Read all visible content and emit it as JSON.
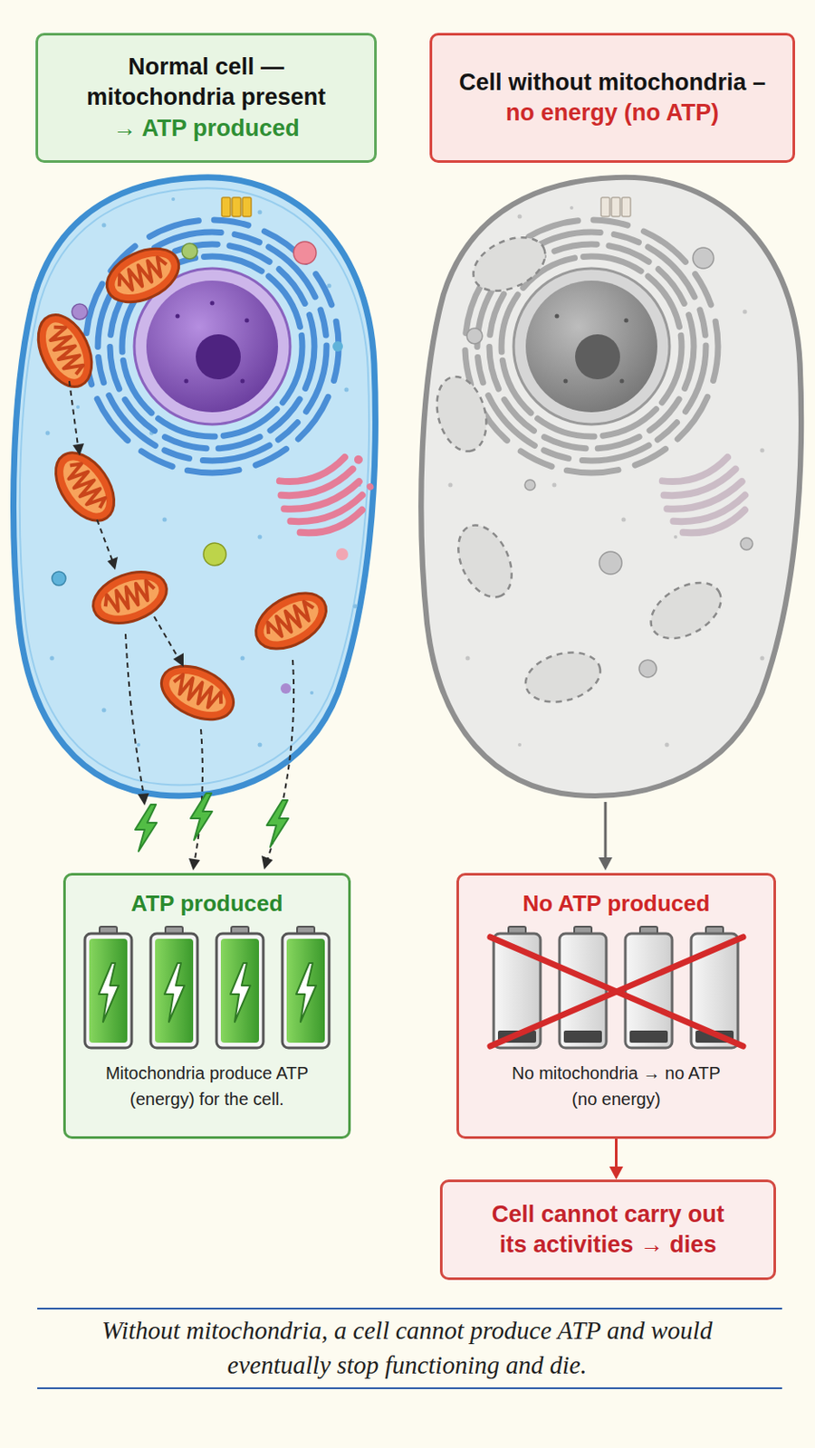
{
  "diagram": {
    "caption": "Without mitochondria, a cell cannot produce ATP and would eventually stop functioning and die.",
    "nodes": [
      {
        "text": [
          "Normal cell — mitochondria present",
          "→ ATP produced"
        ]
      },
      {
        "text": [
          "Cell without mitochondria –",
          "no energy (no ATP)"
        ]
      },
      {
        "text": [
          "ATP produced",
          "Mitochondria produce ATP (energy) for the cell."
        ]
      },
      {
        "text": [
          "No ATP produced",
          "No mitochondria → no ATP (no energy)"
        ]
      },
      {
        "text": [
          "Cell cannot carry out its activities → dies"
        ]
      }
    ],
    "edges": [
      {
        "from": 3,
        "to": 4,
        "arrow": "to"
      }
    ]
  }
}
